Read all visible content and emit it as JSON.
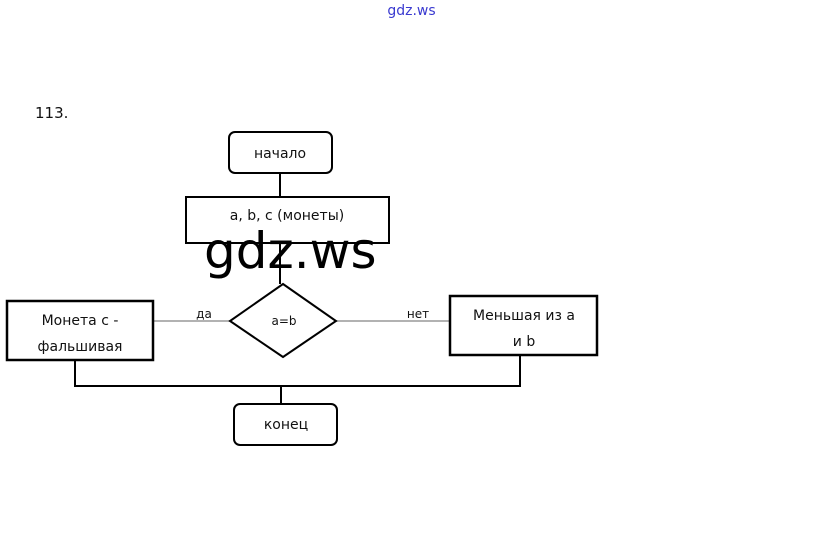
{
  "header": {
    "site_link": "gdz.ws"
  },
  "problem_number": "113.",
  "watermark": "gdz.ws",
  "flowchart": {
    "start": "начало",
    "input": "a, b, c (монеты)",
    "condition": "a=b",
    "yes_label": "да",
    "no_label": "нет",
    "yes_box": [
      "Монета с -",
      "фальшивая"
    ],
    "no_box": [
      "Меньшая из a",
      "и b"
    ],
    "end": "конец"
  }
}
